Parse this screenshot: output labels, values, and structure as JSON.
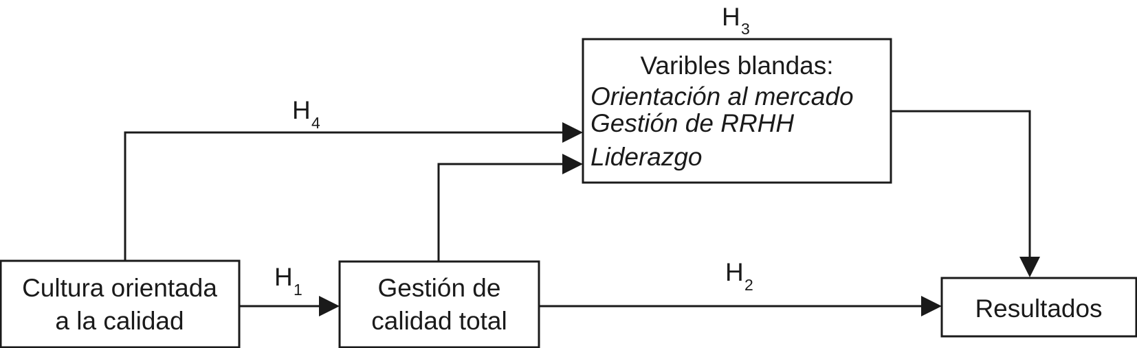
{
  "nodes": {
    "cultura": {
      "line1": "Cultura orientada",
      "line2": "a la calidad"
    },
    "gestion": {
      "line1": "Gestión de",
      "line2": "calidad total"
    },
    "blandas": {
      "title": "Varibles blandas:",
      "items": [
        "Orientación al mercado",
        "Gestión de RRHH",
        "Liderazgo"
      ]
    },
    "resultados": {
      "label": "Resultados"
    }
  },
  "hypotheses": {
    "h1": {
      "letter": "H",
      "sub": "1"
    },
    "h2": {
      "letter": "H",
      "sub": "2"
    },
    "h3": {
      "letter": "H",
      "sub": "3"
    },
    "h4": {
      "letter": "H",
      "sub": "4"
    }
  },
  "colors": {
    "ink": "#1a1a1a",
    "background": "#ffffff"
  }
}
